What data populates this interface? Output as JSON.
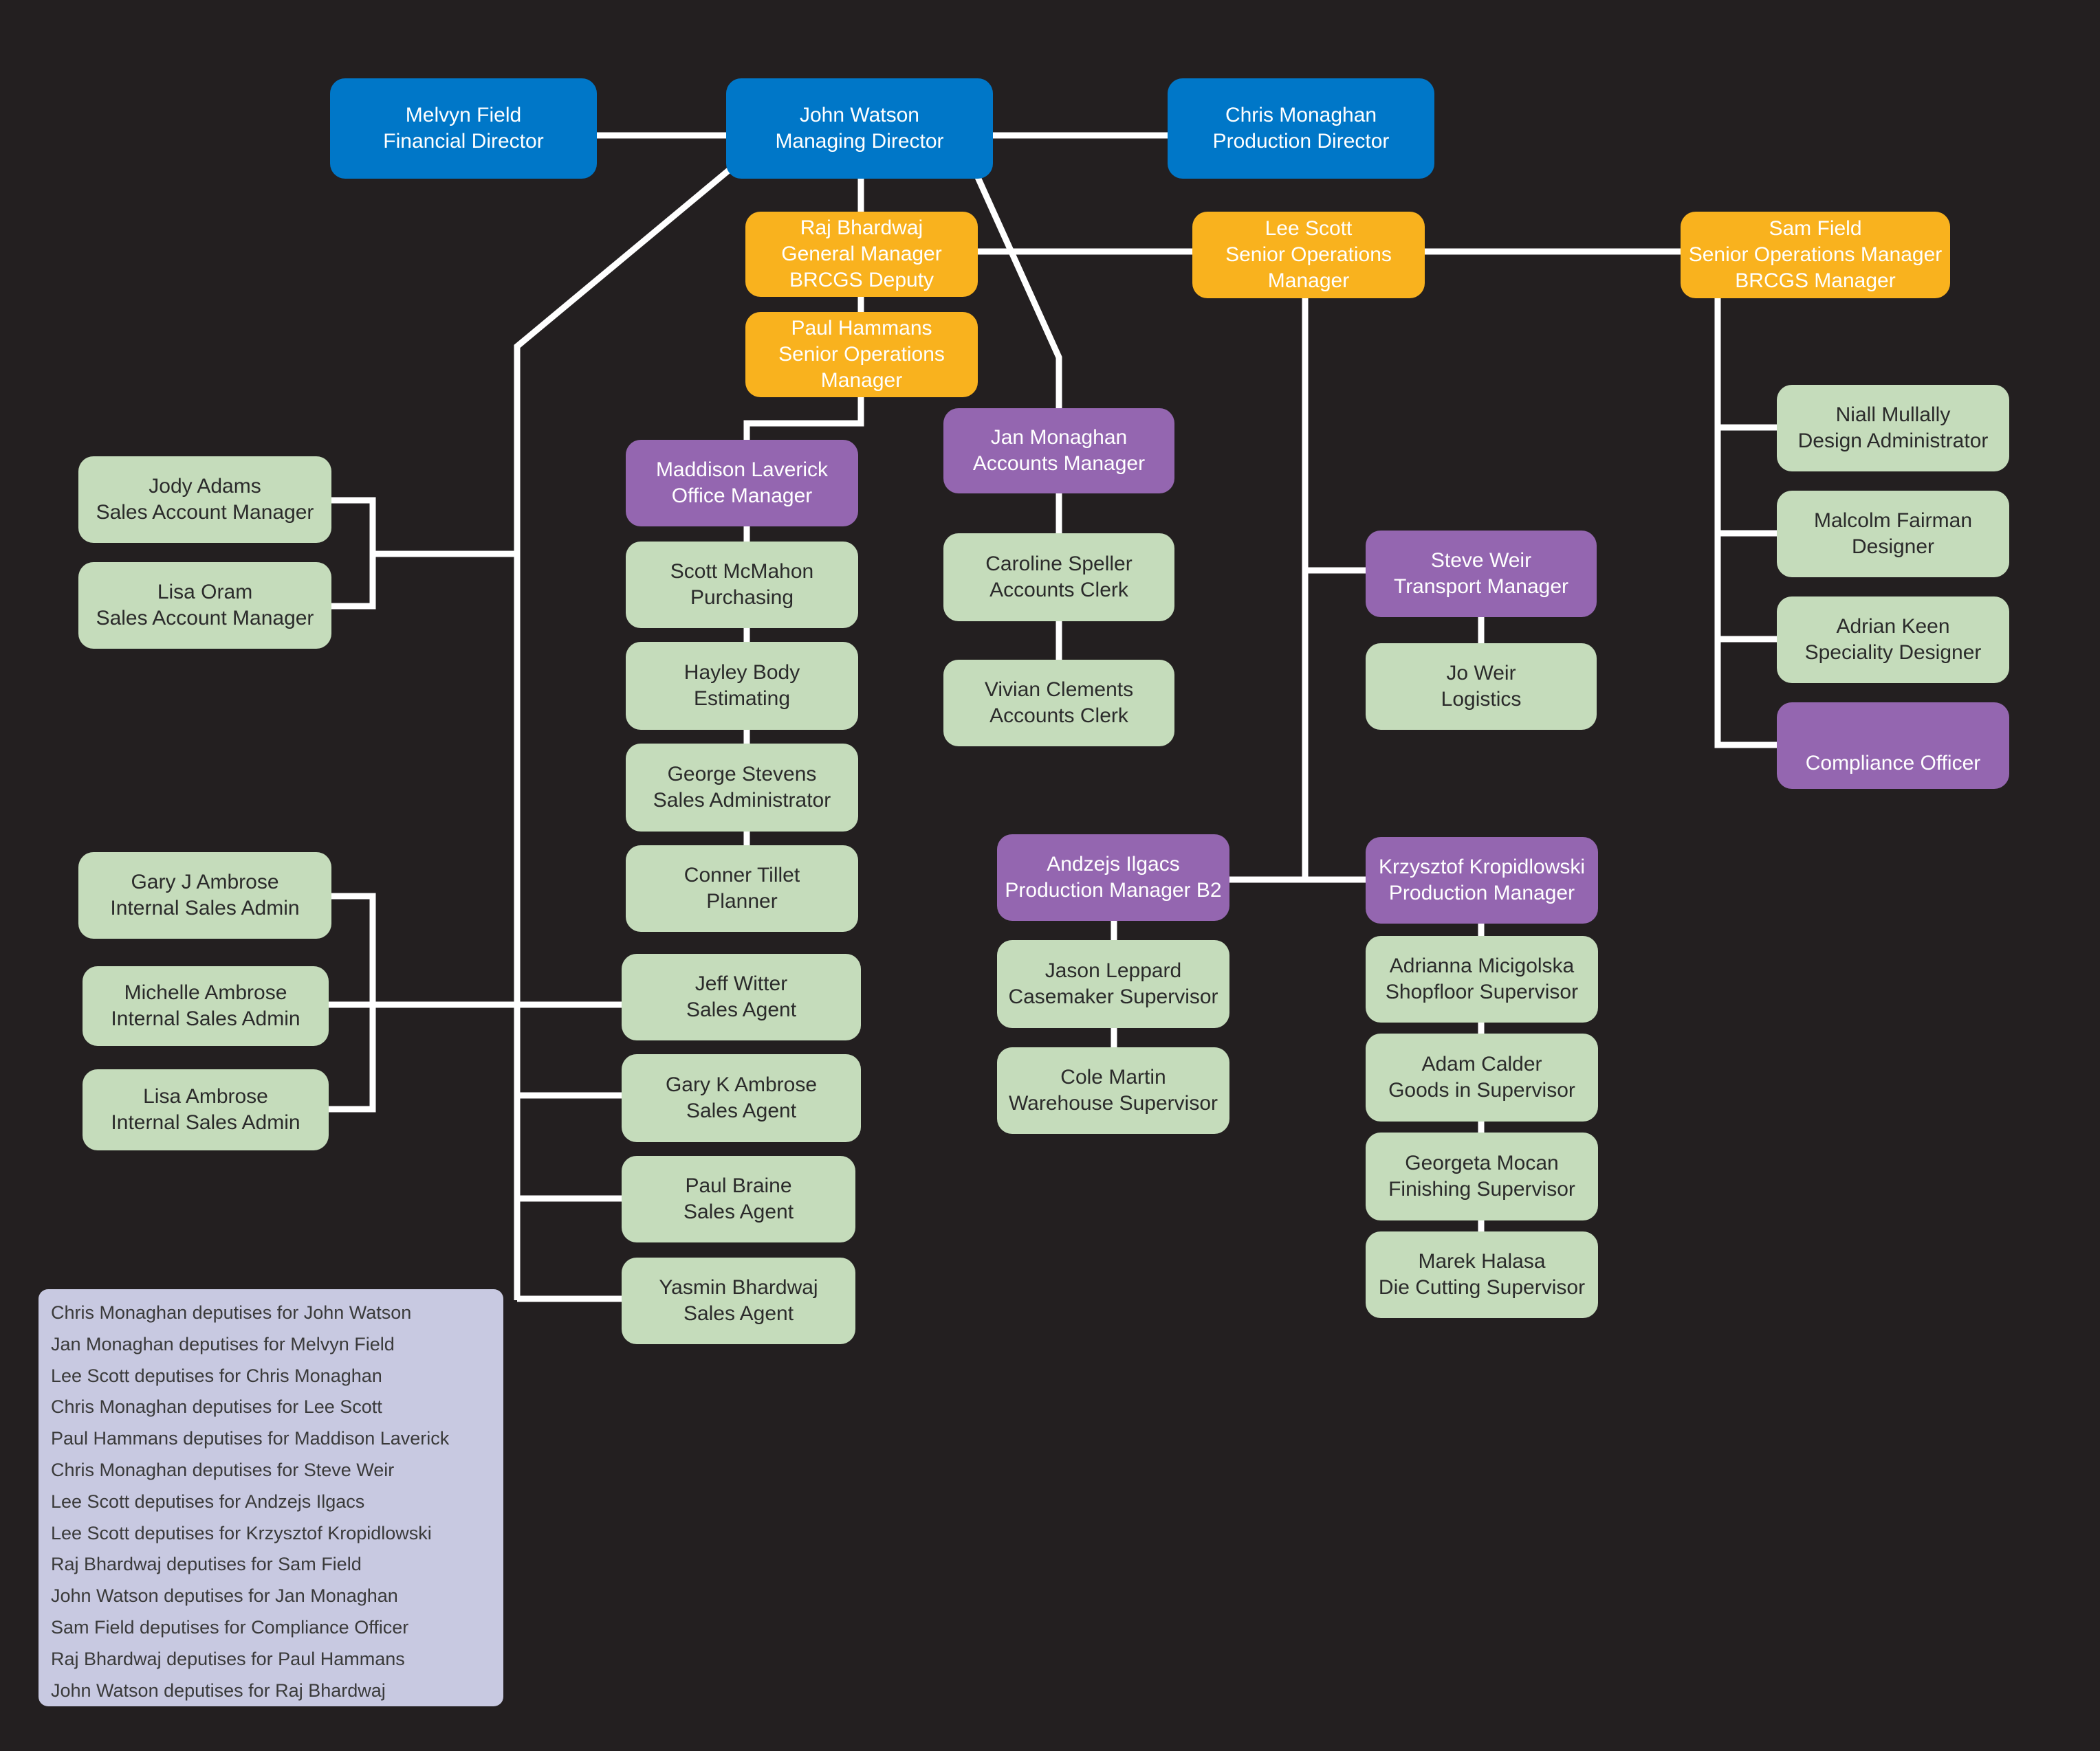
{
  "colors": {
    "background": "#231f20",
    "director": "#0077c8",
    "senior_manager": "#f9b21e",
    "manager": "#9466b0",
    "staff": "#c5dcbb",
    "notes_panel": "#c8c9e1",
    "connector": "#ffffff"
  },
  "nodes": {
    "melvyn_field": {
      "name": "Melvyn Field",
      "role": "Financial Director"
    },
    "john_watson": {
      "name": "John Watson",
      "role": "Managing Director"
    },
    "chris_monaghan": {
      "name": "Chris Monaghan",
      "role": "Production Director"
    },
    "raj_bhardwaj": {
      "name": "Raj Bhardwaj",
      "role": "General Manager",
      "role2": "BRCGS Deputy"
    },
    "lee_scott": {
      "name": "Lee Scott",
      "role": "Senior Operations",
      "role2": "Manager"
    },
    "sam_field": {
      "name": "Sam Field",
      "role": "Senior Operations Manager",
      "role2": "BRCGS Manager"
    },
    "paul_hammans": {
      "name": "Paul Hammans",
      "role": "Senior Operations",
      "role2": "Manager"
    },
    "maddison_laverick": {
      "name": "Maddison Laverick",
      "role": "Office Manager"
    },
    "jan_monaghan": {
      "name": "Jan Monaghan",
      "role": "Accounts Manager"
    },
    "niall_mullally": {
      "name": "Niall Mullally",
      "role": "Design Administrator"
    },
    "malcolm_fairman": {
      "name": "Malcolm Fairman",
      "role": "Designer"
    },
    "adrian_keen": {
      "name": "Adrian Keen",
      "role": "Speciality Designer"
    },
    "compliance_officer": {
      "role": "Compliance Officer"
    },
    "jody_adams": {
      "name": "Jody Adams",
      "role": "Sales Account Manager"
    },
    "lisa_oram": {
      "name": "Lisa Oram",
      "role": "Sales Account Manager"
    },
    "scott_mcmahon": {
      "name": "Scott McMahon",
      "role": "Purchasing"
    },
    "hayley_body": {
      "name": "Hayley Body",
      "role": "Estimating"
    },
    "george_stevens": {
      "name": "George Stevens",
      "role": "Sales Administrator"
    },
    "conner_tillet": {
      "name": "Conner Tillet",
      "role": "Planner"
    },
    "caroline_speller": {
      "name": "Caroline Speller",
      "role": "Accounts Clerk"
    },
    "vivian_clements": {
      "name": "Vivian Clements",
      "role": "Accounts Clerk"
    },
    "steve_weir": {
      "name": "Steve Weir",
      "role": "Transport Manager"
    },
    "jo_weir": {
      "name": "Jo Weir",
      "role": "Logistics"
    },
    "gary_j_ambrose": {
      "name": "Gary J Ambrose",
      "role": "Internal Sales Admin"
    },
    "michelle_ambrose": {
      "name": "Michelle Ambrose",
      "role": "Internal Sales Admin"
    },
    "lisa_ambrose": {
      "name": "Lisa Ambrose",
      "role": "Internal Sales Admin"
    },
    "andzejs_ilgacs": {
      "name": "Andzejs Ilgacs",
      "role": "Production Manager B2"
    },
    "krzysztof_kropidlowski": {
      "name": "Krzysztof Kropidlowski",
      "role": "Production Manager"
    },
    "jeff_witter": {
      "name": "Jeff Witter",
      "role": "Sales Agent"
    },
    "gary_k_ambrose": {
      "name": "Gary K Ambrose",
      "role": "Sales Agent"
    },
    "paul_braine": {
      "name": "Paul Braine",
      "role": "Sales Agent"
    },
    "yasmin_bhardwaj": {
      "name": "Yasmin Bhardwaj",
      "role": "Sales Agent"
    },
    "jason_leppard": {
      "name": "Jason Leppard",
      "role": "Casemaker Supervisor"
    },
    "cole_martin": {
      "name": "Cole Martin",
      "role": "Warehouse Supervisor"
    },
    "adrianna_micigolska": {
      "name": "Adrianna Micigolska",
      "role": "Shopfloor Supervisor"
    },
    "adam_calder": {
      "name": "Adam Calder",
      "role": "Goods in Supervisor"
    },
    "georgeta_mocan": {
      "name": "Georgeta Mocan",
      "role": "Finishing Supervisor"
    },
    "marek_halasa": {
      "name": "Marek Halasa",
      "role": "Die Cutting Supervisor"
    }
  },
  "deputies": [
    "Chris Monaghan deputises for John Watson",
    "Jan Monaghan deputises for Melvyn Field",
    "Lee Scott deputises for Chris Monaghan",
    "Chris Monaghan deputises for Lee Scott",
    "Paul Hammans deputises for Maddison Laverick",
    "Chris Monaghan deputises for Steve Weir",
    "Lee Scott deputises for Andzejs Ilgacs",
    "Lee Scott deputises for Krzysztof Kropidlowski",
    "Raj Bhardwaj deputises for Sam Field",
    "John Watson deputises for Jan Monaghan",
    "Sam Field deputises for Compliance Officer",
    "Raj Bhardwaj deputises for Paul Hammans",
    "John Watson deputises for Raj Bhardwaj"
  ]
}
